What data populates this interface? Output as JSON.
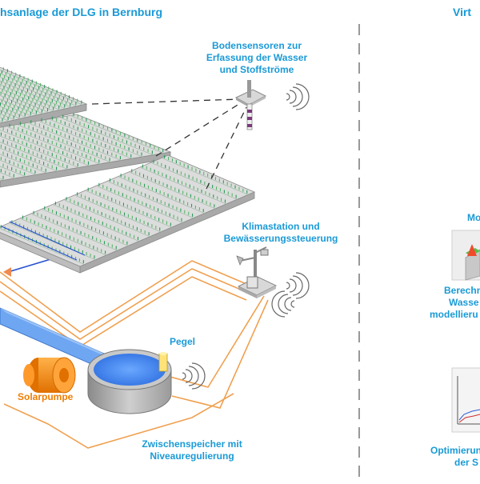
{
  "titles": {
    "left": "hsanlage der DLG in Bernburg",
    "right": "Virt"
  },
  "labels": {
    "soil_sensors": [
      "Bodensensoren zur",
      "Erfassung der Wasser",
      "und Stoffströme"
    ],
    "climate_station": [
      "Klimastation und",
      "Bewässerungssteuerung"
    ],
    "gauge": "Pegel",
    "solar_pump": "Solarpumpe",
    "buffer_storage": [
      "Zwischenspeicher mit",
      "Niveauregulierung"
    ]
  },
  "right_panel": {
    "model_label": "Mo",
    "calc_label": [
      "Berechn",
      "Wasse",
      "modellieru"
    ],
    "opt_label": [
      "Optimierun",
      "der S"
    ]
  },
  "colors": {
    "label_blue": "#1a9ad6",
    "pump_orange": "#ef7d00",
    "pipe_orange": "#f0a050",
    "water_blue": "#3f8ef0",
    "field_green": "#5ab56a"
  }
}
